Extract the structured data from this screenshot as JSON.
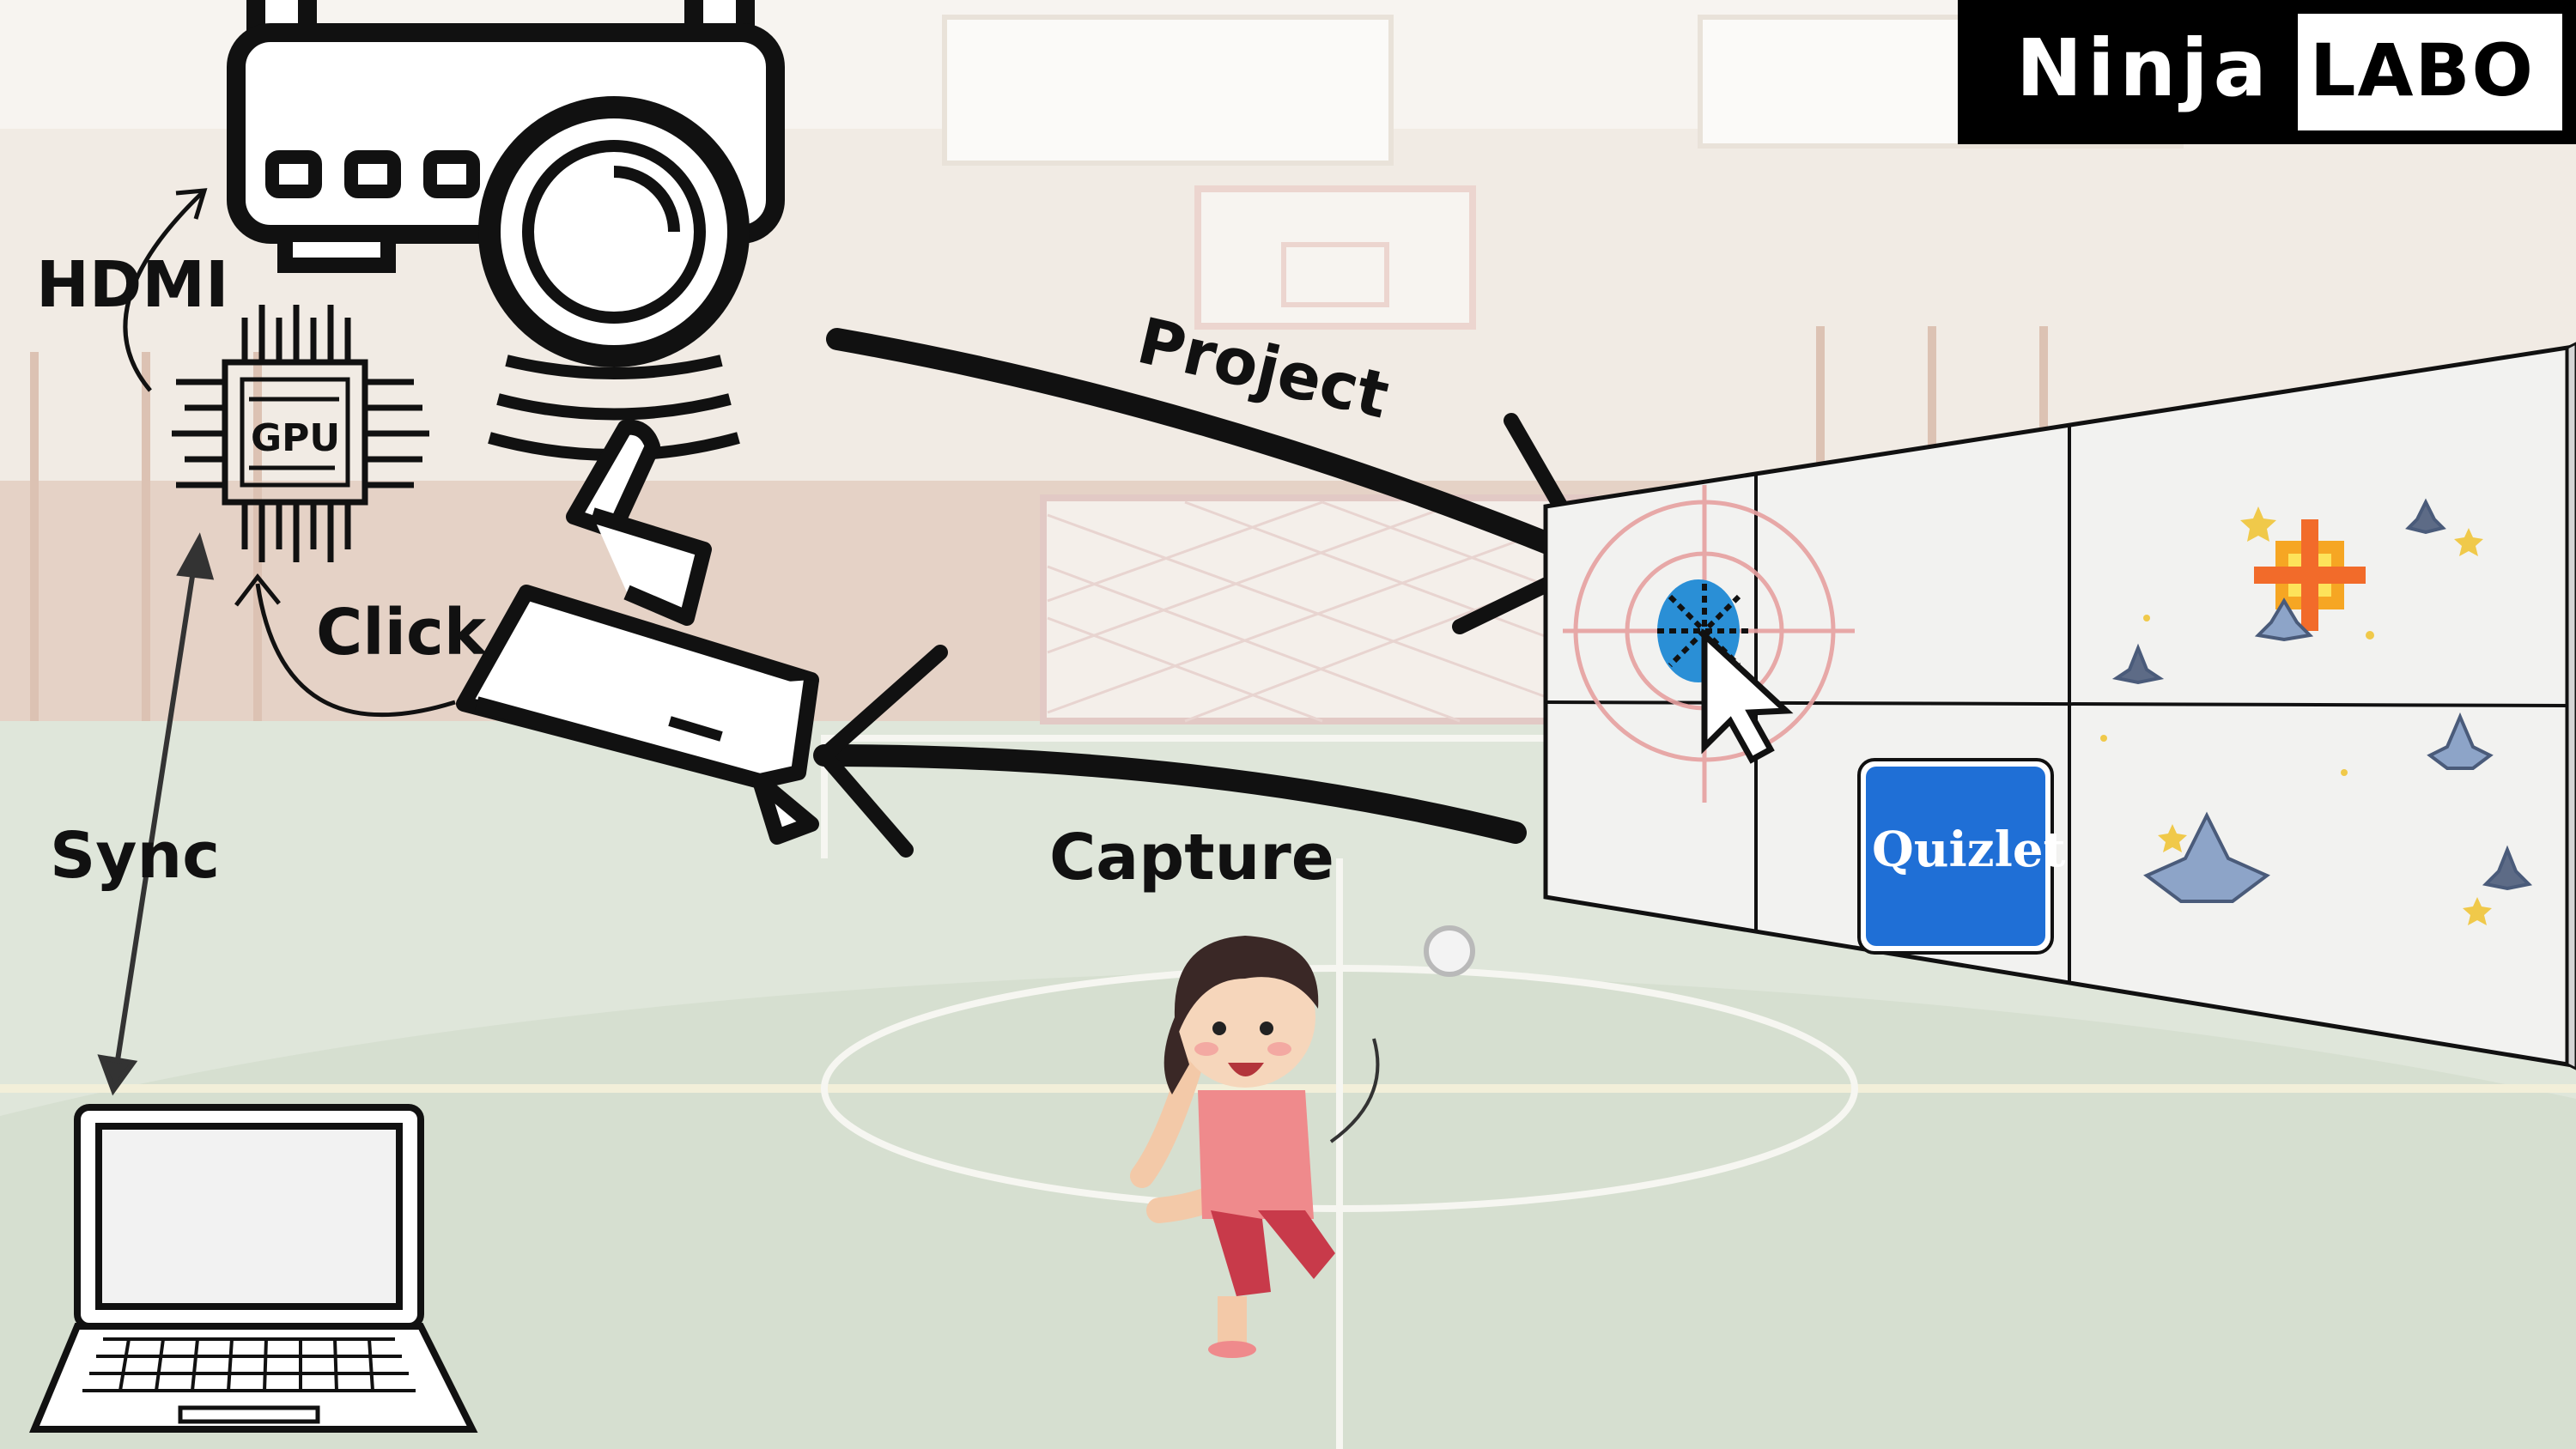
{
  "brand": {
    "name": "Ninja",
    "lab": "LABO"
  },
  "labels": {
    "project": "Project",
    "capture": "Capture",
    "click": "Click",
    "hdmi": "HDMI",
    "sync": "Sync",
    "gpu": "GPU"
  },
  "wall_app": {
    "name": "Quizlet",
    "color": "#1f6fd6"
  },
  "colors": {
    "floor": "#dfe6da",
    "wall": "#efe8e0",
    "accent_red": "#e25b54",
    "ball": "#2a8fd6"
  },
  "icons": [
    "projector-icon",
    "camera-icon",
    "gpu-chip-icon",
    "laptop-icon",
    "mouse-cursor-icon",
    "crosshair-icon",
    "target-ball-icon",
    "spaceship-icon",
    "explosion-icon",
    "star-icon",
    "child-throwing-ball",
    "white-ball-icon",
    "basketball-hoop",
    "soccer-goal"
  ]
}
